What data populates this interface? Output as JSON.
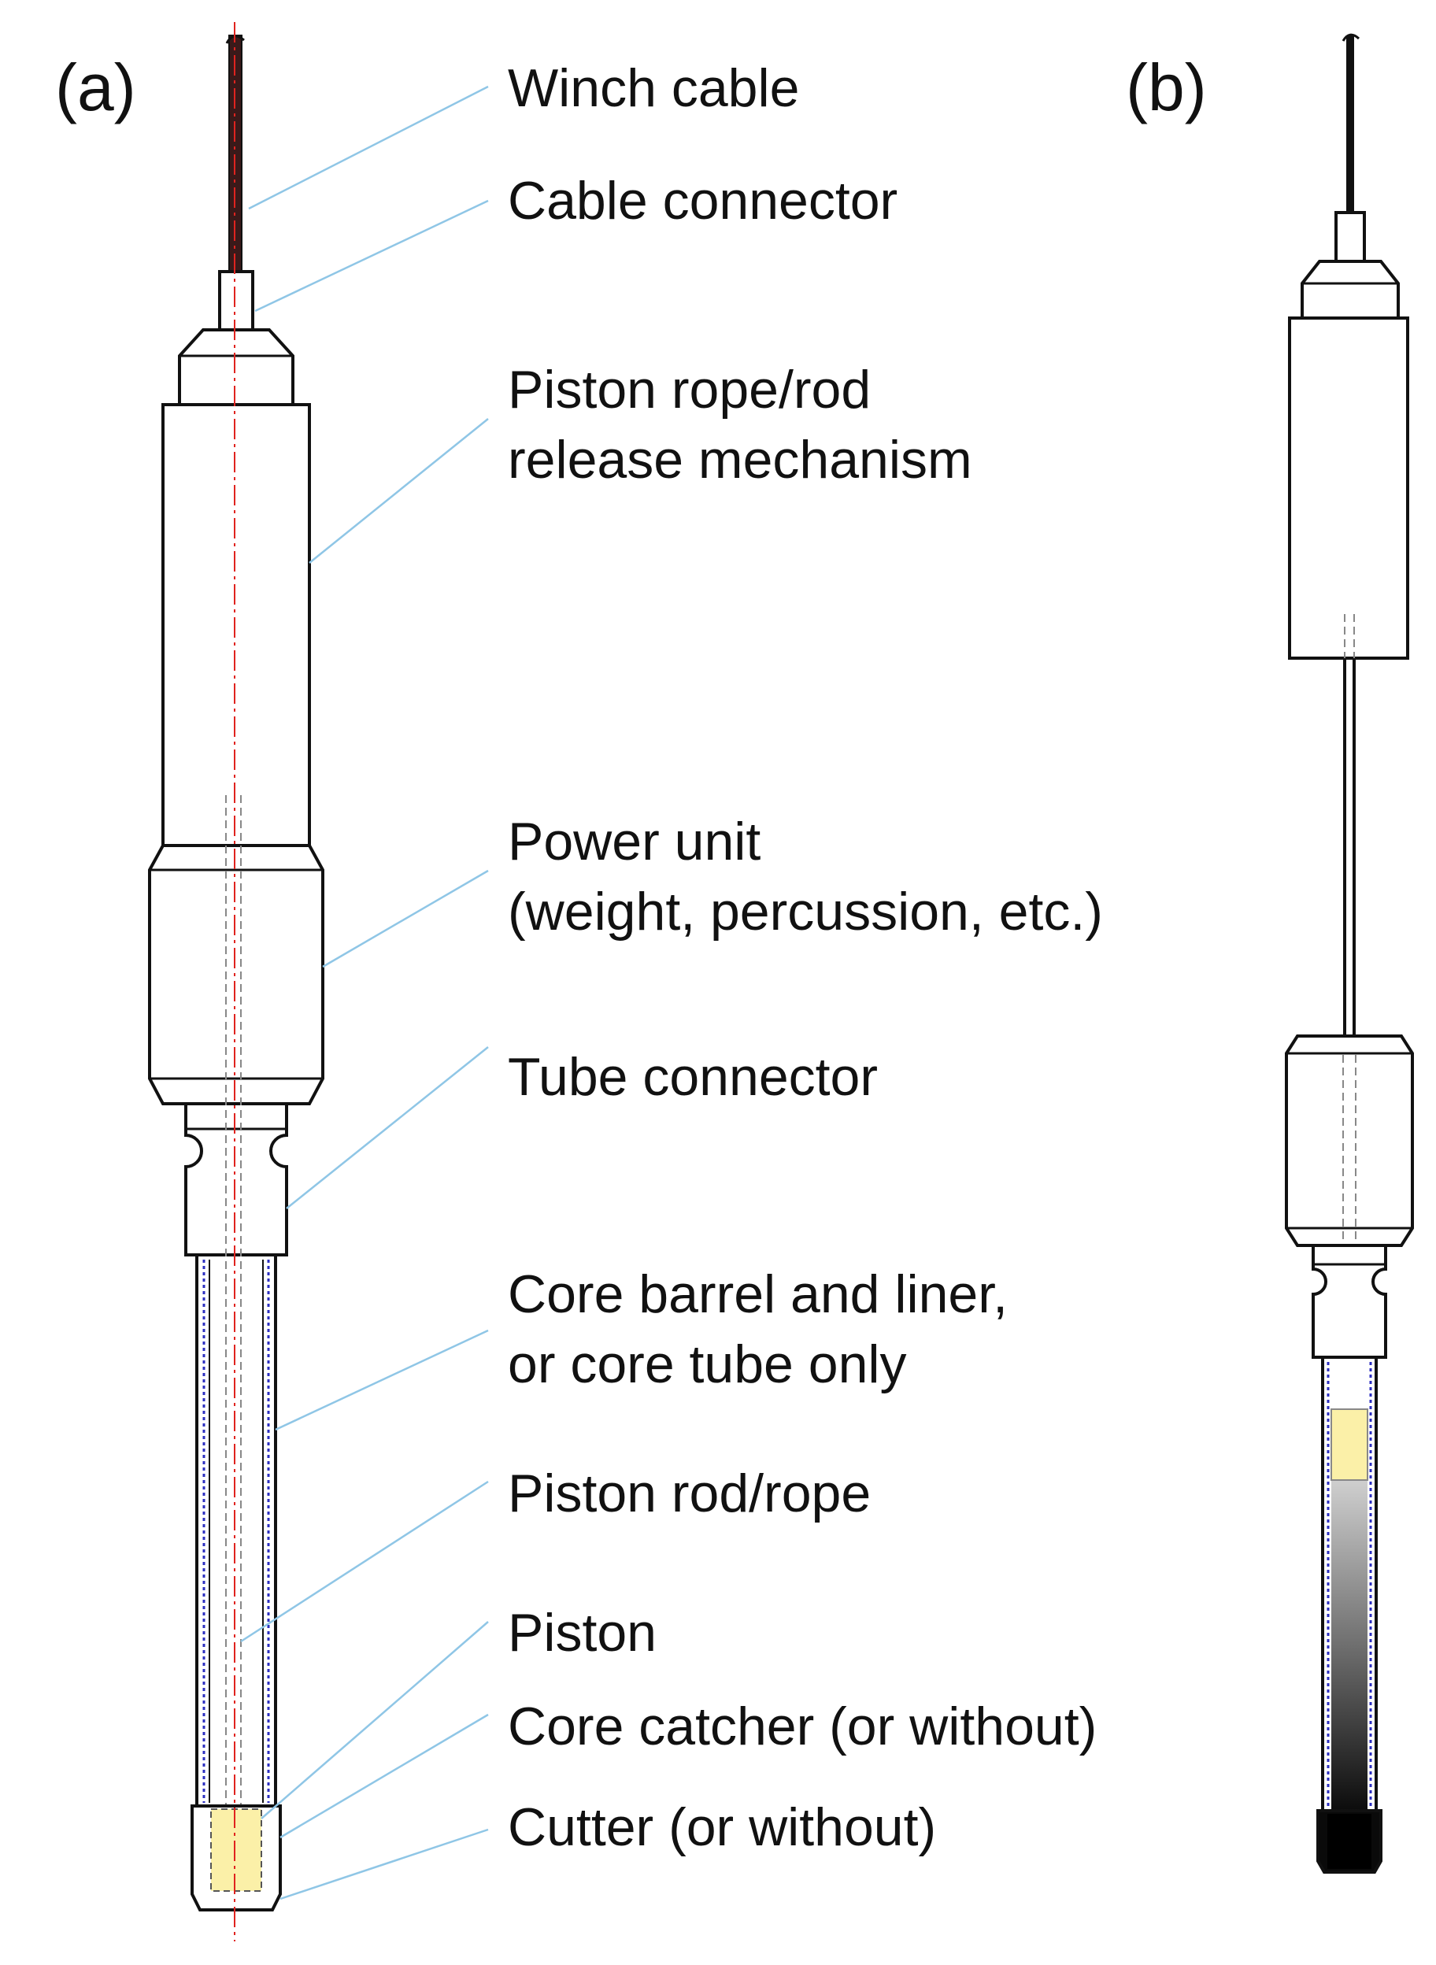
{
  "panels": {
    "a": "(a)",
    "b": "(b)"
  },
  "labels": {
    "winch_cable": "Winch cable",
    "cable_connector": "Cable connector",
    "release_line1": "Piston rope/rod",
    "release_line2": "release mechanism",
    "power_line1": "Power unit",
    "power_line2": "(weight, percussion, etc.)",
    "tube_connector": "Tube connector",
    "barrel_line1": "Core barrel and liner,",
    "barrel_line2": "or core tube only",
    "piston_rod": "Piston rod/rope",
    "piston": "Piston",
    "core_catcher": "Core catcher (or without)",
    "cutter": "Cutter (or without)"
  },
  "colors": {
    "outline": "#111111",
    "leader": "#8fc6e6",
    "centerline": "#e0231f",
    "liner": "#2b2ec0",
    "piston": "#fbf0a8",
    "sediment_dark": "#0a0a0a"
  }
}
